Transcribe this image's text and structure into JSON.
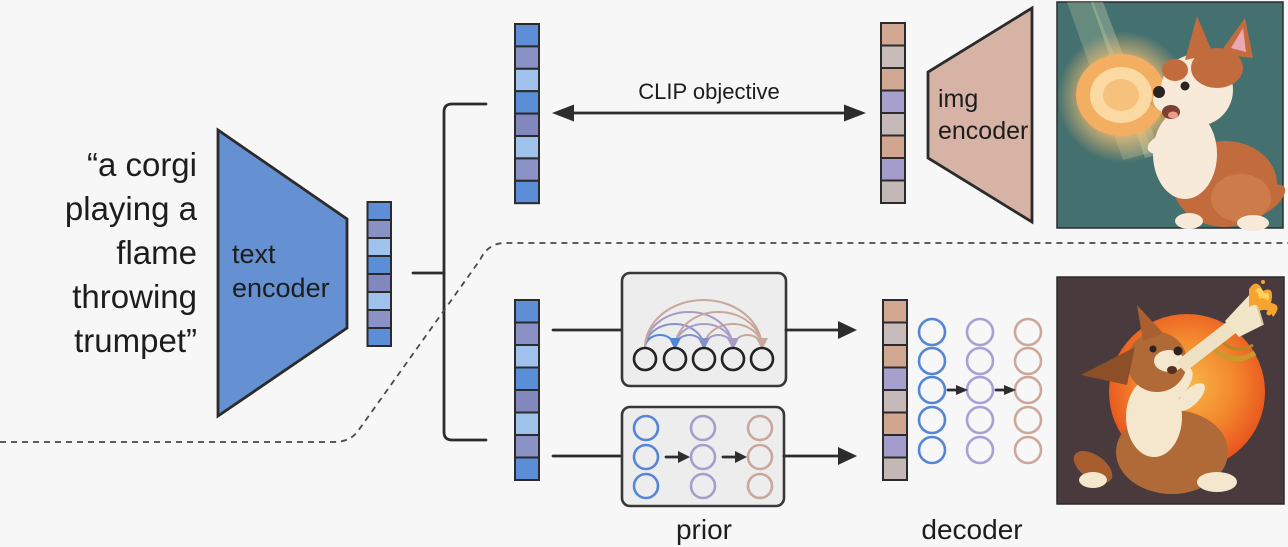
{
  "prompt": {
    "lines": [
      "“a corgi",
      "playing a",
      "flame",
      "throwing",
      "trumpet”"
    ],
    "color": "#5c8cd6"
  },
  "text_encoder": {
    "label_lines": [
      "text",
      "encoder"
    ],
    "fill": "#6591d3"
  },
  "img_encoder": {
    "label_lines": [
      "img",
      "encoder"
    ],
    "fill": "#d6b3a4"
  },
  "clip_objective": {
    "label": "CLIP objective"
  },
  "prior_label": "prior",
  "decoder_label": "decoder",
  "vectors": {
    "text_embedding": {
      "cells": [
        "#5d8ed6",
        "#8a91c4",
        "#a1c2ec",
        "#5a8fd8",
        "#8287be",
        "#9fc2eb",
        "#8a92c6",
        "#5c8dd7"
      ]
    },
    "clip_text_embedding": {
      "cells": [
        "#5d8ed6",
        "#8a91c4",
        "#a1c2ec",
        "#5a8fd8",
        "#8287be",
        "#9fc2eb",
        "#8a92c6",
        "#5c8dd7"
      ]
    },
    "clip_image_embedding": {
      "cells": [
        "#d2a892",
        "#c8bcba",
        "#d0a791",
        "#a8a0cc",
        "#c6bab8",
        "#d1a691",
        "#a49cca",
        "#c4b8b6"
      ]
    },
    "prior_input_embedding": {
      "cells": [
        "#5d8ed6",
        "#8a91c4",
        "#a1c2ec",
        "#5a8fd8",
        "#8287be",
        "#9fc2eb",
        "#8a92c6",
        "#5c8dd7"
      ]
    },
    "decoder_input_embedding": {
      "cells": [
        "#d2a892",
        "#c8bcba",
        "#d0a791",
        "#a8a0cc",
        "#c6bab8",
        "#d1a691",
        "#a49cca",
        "#c4b8b6"
      ]
    }
  },
  "autoregressive_prior": {
    "circle_color": "#222222",
    "arc_colors": {
      "to2": "#4f86da",
      "to3": "#8691c9",
      "to4": "#a89cc6",
      "to5": "#c8a79d"
    }
  },
  "diffusion_prior": {
    "column_colors": [
      "#5585d8",
      "#a79ccc",
      "#c9a79a"
    ]
  },
  "decoder_dots": {
    "column_colors": [
      "#5585d8",
      "#a9a0d4",
      "#cda89a"
    ]
  },
  "images": {
    "clip_input_image": "corgi-playing-flame-trumpet-photo",
    "generated_image": "corgi-playing-flame-trumpet-generated"
  },
  "divider": {
    "style": "dashed"
  }
}
